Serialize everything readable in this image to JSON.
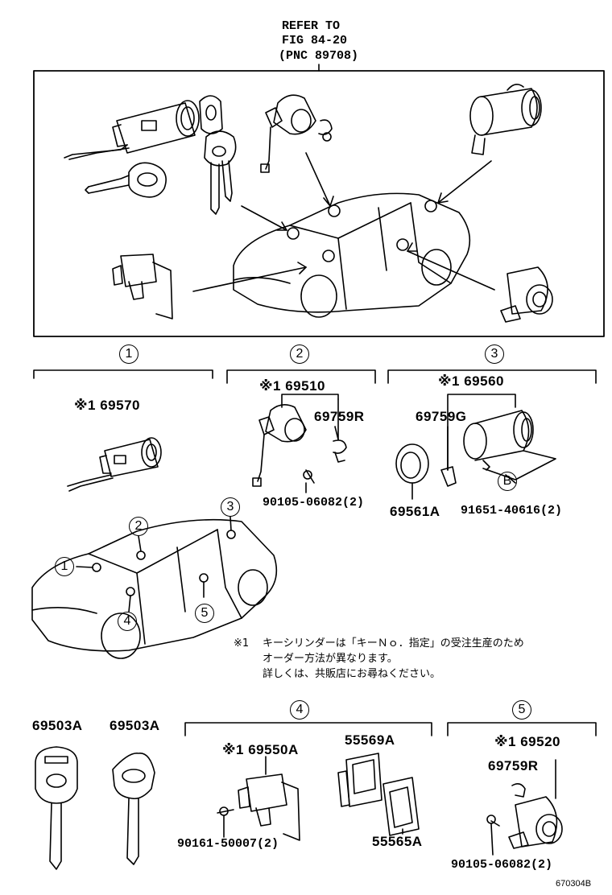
{
  "header": {
    "line1": "REFER TO",
    "line2": "FIG 84-20",
    "line3": "(PNC 89708)"
  },
  "sections": [
    {
      "num": "1"
    },
    {
      "num": "2"
    },
    {
      "num": "3"
    },
    {
      "num": "4"
    },
    {
      "num": "5"
    }
  ],
  "parts": {
    "p69570": "※1 69570",
    "p69510": "※1 69510",
    "p69759R_a": "69759R",
    "p90105_a": "90105-06082(2)",
    "p69560": "※1 69560",
    "p69759G": "69759G",
    "p69561A": "69561A",
    "pB": "B",
    "p91651": "91651-40616(2)",
    "p69503A_1": "69503A",
    "p69503A_2": "69503A",
    "p69550A": "※1 69550A",
    "p55569A": "55569A",
    "p55565A": "55565A",
    "p90161": "90161-50007(2)",
    "p69520": "※1 69520",
    "p69759R_b": "69759R",
    "p90105_b": "90105-06082(2)"
  },
  "car_labels": {
    "l1": "1",
    "l2": "2",
    "l3": "3",
    "l4": "4",
    "l5": "5"
  },
  "note": {
    "mark": "※1",
    "line1": "キーシリンダーは「キーＮｏ．指定」の受注生産のため",
    "line2": "オーダー方法が異なります。",
    "line3": "詳しくは、共販店にお尋ねください。"
  },
  "footer_code": "670304B"
}
